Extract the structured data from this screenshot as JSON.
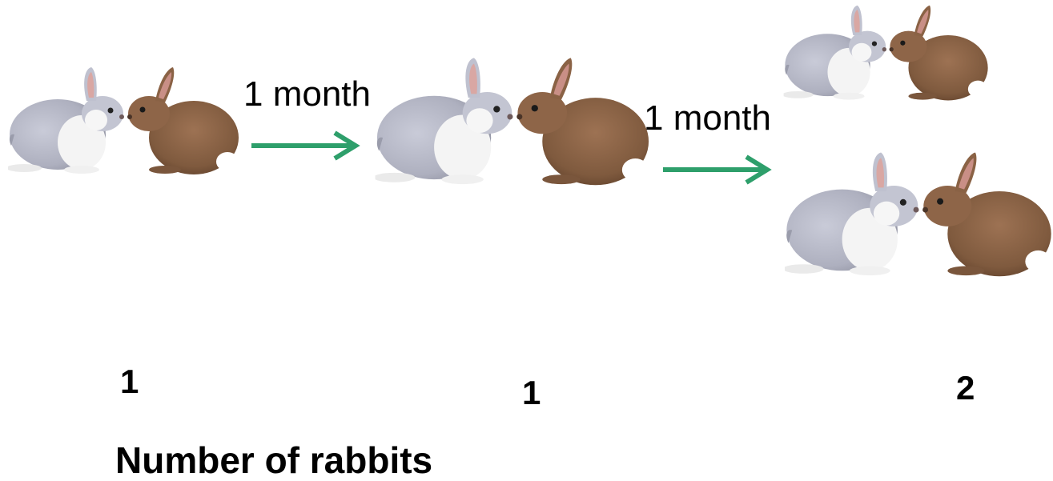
{
  "diagram": {
    "step_labels": [
      "1 month",
      "1 month"
    ],
    "counts": [
      "1",
      "1",
      "2"
    ],
    "caption": "Number of rabbits",
    "colors": {
      "arrow": "#2e9f6b",
      "grey_rabbit": "#b7b9c8",
      "brown_rabbit": "#8a6245"
    },
    "icons": [
      "grey-white-rabbit-icon",
      "brown-rabbit-icon"
    ]
  }
}
